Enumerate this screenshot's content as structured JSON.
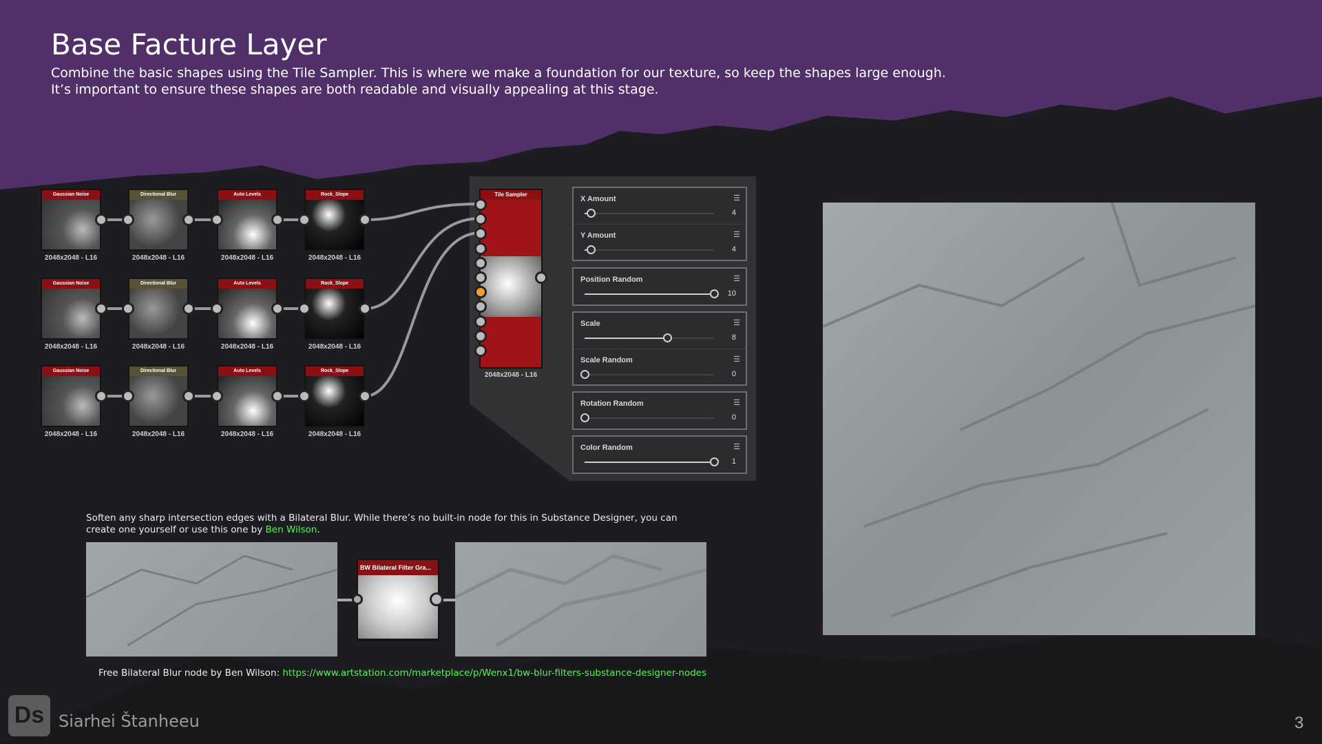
{
  "title": "Base Facture Layer",
  "intro": [
    "Combine the basic shapes using the Tile Sampler. This is where we make a foundation for our  texture, so keep the shapes large enough.",
    "It’s important to ensure these shapes are both readable and visually appealing at this stage."
  ],
  "graph": {
    "rows": [
      {
        "nodes": [
          "Gaussian Noise",
          "Directional Blur",
          "Auto Levels",
          "Rock_Slope"
        ]
      },
      {
        "nodes": [
          "Gaussian Noise",
          "Directional Blur",
          "Auto Levels",
          "Rock_Slope"
        ]
      },
      {
        "nodes": [
          "Gaussian Noise",
          "Directional Blur",
          "Auto Levels",
          "Rock_Slope"
        ]
      }
    ],
    "node_size": "2048x2048 - L16",
    "tile_sampler": {
      "title": "Tile Sampler",
      "size": "2048x2048 - L16"
    }
  },
  "params": [
    {
      "label": "X Amount",
      "value": "4",
      "fraction": 0.05
    },
    {
      "label": "Y Amount",
      "value": "4",
      "fraction": 0.05
    },
    {
      "label": "Position Random",
      "value": "10",
      "fraction": 1.0
    },
    {
      "label": "Scale",
      "value": "8",
      "fraction": 0.64
    },
    {
      "label": "Scale Random",
      "value": "0",
      "fraction": 0
    },
    {
      "label": "Rotation Random",
      "value": "0",
      "fraction": 0
    },
    {
      "label": "Color Random",
      "value": "1",
      "fraction": 1.0
    }
  ],
  "note": {
    "text": "Soften any sharp intersection edges with a Bilateral Blur. While there’s no built-in node for this in Substance Designer, you can create one yourself or use this one by ",
    "author": "Ben Wilson",
    "end": "."
  },
  "bilateral_node": {
    "title": "BW Bilateral Filter Gra..."
  },
  "footer_link": {
    "prefix": "Free Bilateral Blur node by Ben Wilson: ",
    "url": "https://www.artstation.com/marketplace/p/Wenx1/bw-blur-filters-substance-designer-nodes"
  },
  "author": {
    "logo": "Ds",
    "name": "Siarhei Štanheeu"
  },
  "page_number": "3",
  "colors": {
    "header": "#51306a",
    "background": "#1d1d21",
    "node_red": "#8a1014",
    "link": "#5bf05b",
    "active_pin": "#f0a030"
  }
}
